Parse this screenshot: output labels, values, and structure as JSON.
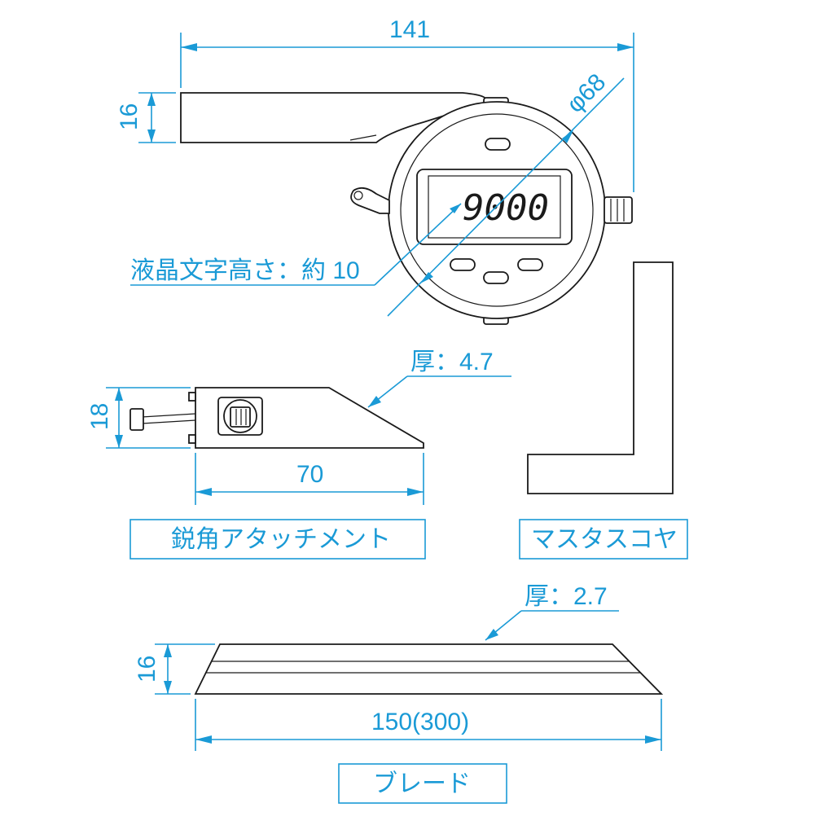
{
  "colors": {
    "dimension": "#1a9ad6",
    "outline": "#1a1a1a",
    "background": "#ffffff"
  },
  "gauge": {
    "width_dim": "141",
    "arm_height_dim": "16",
    "diameter_dim": "φ68",
    "lcd_reading": "9000",
    "lcd_note": "液晶文字高さ：約 10"
  },
  "attachment": {
    "thickness_note": "厚：4.7",
    "height_dim": "18",
    "length_dim": "70",
    "label": "鋭角アタッチメント"
  },
  "square": {
    "label": "マスタスコヤ"
  },
  "blade": {
    "thickness_note": "厚：2.7",
    "height_dim": "16",
    "length_dim": "150(300)",
    "label": "ブレード"
  }
}
